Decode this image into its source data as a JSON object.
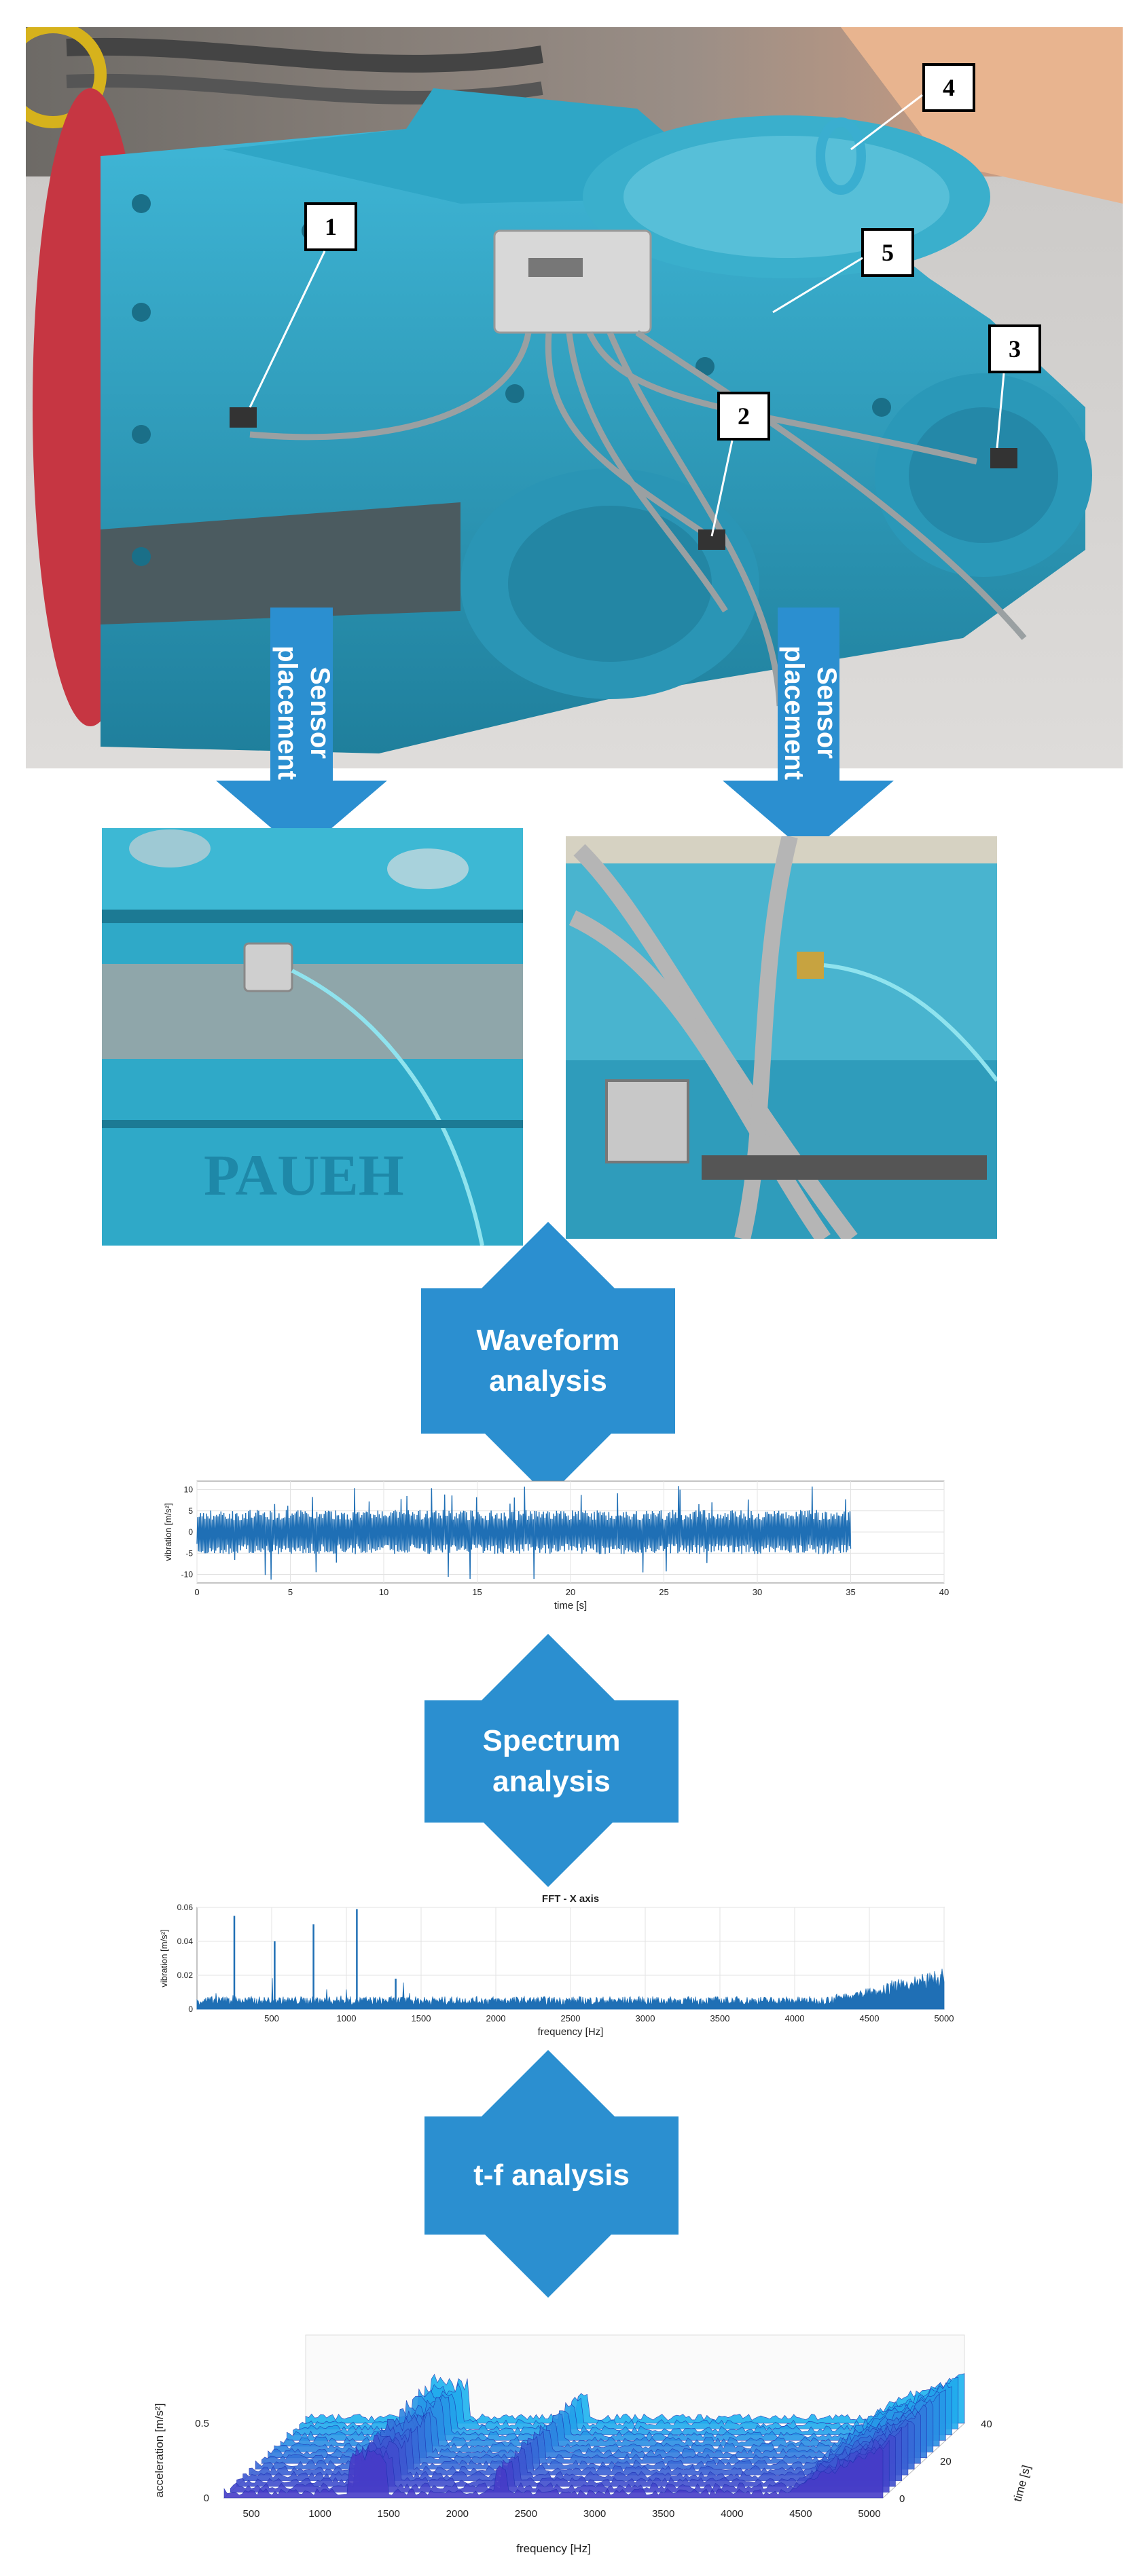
{
  "machine_photo": {
    "callouts": [
      "1",
      "2",
      "3",
      "4",
      "5"
    ]
  },
  "arrows": {
    "left_label": "Sensor placement",
    "right_label": "Sensor placement",
    "left_line1": "Sensor",
    "left_line2": "placement",
    "right_line1": "Sensor",
    "right_line2": "placement"
  },
  "steps": {
    "waveform_line1": "Waveform",
    "waveform_line2": "analysis",
    "spectrum_line1": "Spectrum",
    "spectrum_line2": "analysis",
    "tf_label": "t-f analysis"
  },
  "colors": {
    "arrow_blue": "#2B8FD0",
    "signal_blue": "#1f6fb5",
    "machine_cyan": "#2a9fc0"
  },
  "chart_data": [
    {
      "type": "line",
      "title": "",
      "xlabel": "time [s]",
      "ylabel": "vibration [m/s²]",
      "xlim": [
        0,
        40
      ],
      "ylim": [
        -12,
        12
      ],
      "x_ticks": [
        "0",
        "5",
        "10",
        "15",
        "20",
        "25",
        "30",
        "35",
        "40"
      ],
      "y_ticks": [
        "10",
        "5",
        "0",
        "-5",
        "-10"
      ],
      "signal_duration": 35,
      "envelope": 4
    },
    {
      "type": "line",
      "title": "FFT - X axis",
      "xlabel": "frequency [Hz]",
      "ylabel": "vibration [m/s²]",
      "xlim": [
        0,
        5000
      ],
      "ylim": [
        0,
        0.06
      ],
      "x_ticks": [
        "500",
        "1000",
        "1500",
        "2000",
        "2500",
        "3000",
        "3500",
        "4000",
        "4500",
        "5000"
      ],
      "y_ticks": [
        "0.06",
        "0.04",
        "0.02",
        "0"
      ],
      "peaks": [
        {
          "x": 250,
          "y": 0.055
        },
        {
          "x": 520,
          "y": 0.04
        },
        {
          "x": 780,
          "y": 0.05
        },
        {
          "x": 1070,
          "y": 0.059
        },
        {
          "x": 1330,
          "y": 0.018
        }
      ],
      "baseline": 0.005,
      "high_band_level": 0.015
    },
    {
      "type": "heatmap",
      "title": "",
      "xlabel": "frequency [Hz]",
      "ylabel": "acceleration [m/s²]",
      "zlabel": "time [s]",
      "x_ticks": [
        "500",
        "1000",
        "1500",
        "2000",
        "2500",
        "3000",
        "3500",
        "4000",
        "4500",
        "5000"
      ],
      "y_ticks": [
        "0.5",
        "0"
      ],
      "z_ticks": [
        "40",
        "20",
        "0"
      ]
    }
  ]
}
